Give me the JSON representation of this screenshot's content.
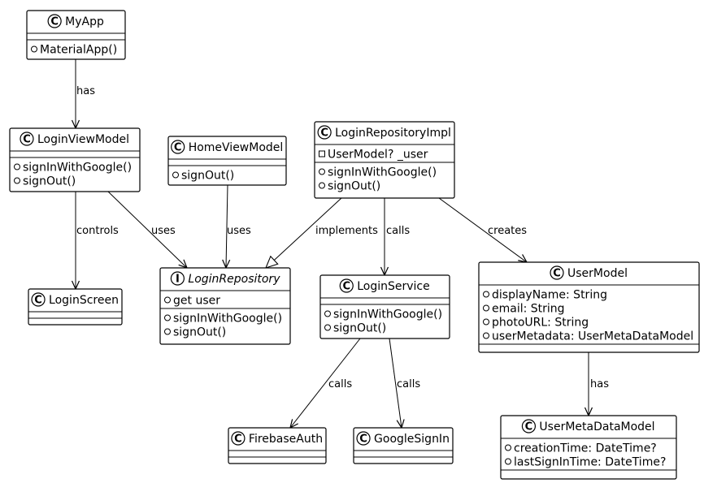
{
  "classes": [
    {
      "id": "myapp",
      "name": "MyApp",
      "stereotype": "C",
      "abstract": false,
      "fields": [],
      "methods": [
        {
          "vis": "public",
          "text": "MaterialApp()"
        }
      ]
    },
    {
      "id": "loginviewmodel",
      "name": "LoginViewModel",
      "stereotype": "C",
      "abstract": false,
      "fields": [],
      "methods": [
        {
          "vis": "public",
          "text": "signInWithGoogle()"
        },
        {
          "vis": "public",
          "text": "signOut()"
        }
      ]
    },
    {
      "id": "homeviewmodel",
      "name": "HomeViewModel",
      "stereotype": "C",
      "abstract": false,
      "fields": [],
      "methods": [
        {
          "vis": "public",
          "text": "signOut()"
        }
      ]
    },
    {
      "id": "loginrepositoryimpl",
      "name": "LoginRepositoryImpl",
      "stereotype": "C",
      "abstract": false,
      "fields": [
        {
          "vis": "private",
          "text": "UserModel? _user"
        }
      ],
      "methods": [
        {
          "vis": "public",
          "text": "signInWithGoogle()"
        },
        {
          "vis": "public",
          "text": "signOut()"
        }
      ]
    },
    {
      "id": "loginscreen",
      "name": "LoginScreen",
      "stereotype": "C",
      "abstract": false,
      "fields": [],
      "methods": []
    },
    {
      "id": "loginrepository",
      "name": "LoginRepository",
      "stereotype": "I",
      "abstract": true,
      "fields": [
        {
          "vis": "public",
          "text": "get user"
        }
      ],
      "methods": [
        {
          "vis": "public",
          "text": "signInWithGoogle()"
        },
        {
          "vis": "public",
          "text": "signOut()"
        }
      ]
    },
    {
      "id": "loginservice",
      "name": "LoginService",
      "stereotype": "C",
      "abstract": false,
      "fields": [],
      "methods": [
        {
          "vis": "public",
          "text": "signInWithGoogle()"
        },
        {
          "vis": "public",
          "text": "signOut()"
        }
      ]
    },
    {
      "id": "usermodel",
      "name": "UserModel",
      "stereotype": "C",
      "abstract": false,
      "fields": [
        {
          "vis": "public",
          "text": "displayName: String"
        },
        {
          "vis": "public",
          "text": "email: String"
        },
        {
          "vis": "public",
          "text": "photoURL: String"
        },
        {
          "vis": "public",
          "text": "userMetadata: UserMetaDataModel"
        }
      ],
      "methods": []
    },
    {
      "id": "firebaseauth",
      "name": "FirebaseAuth",
      "stereotype": "C",
      "abstract": false,
      "fields": [],
      "methods": []
    },
    {
      "id": "googlesignin",
      "name": "GoogleSignIn",
      "stereotype": "C",
      "abstract": false,
      "fields": [],
      "methods": []
    },
    {
      "id": "usermetadatamodel",
      "name": "UserMetaDataModel",
      "stereotype": "C",
      "abstract": false,
      "fields": [
        {
          "vis": "public",
          "text": "creationTime: DateTime?"
        },
        {
          "vis": "public",
          "text": "lastSignInTime: DateTime?"
        }
      ],
      "methods": []
    }
  ],
  "relations": [
    {
      "from": "myapp",
      "to": "loginviewmodel",
      "label": "has",
      "kind": "association"
    },
    {
      "from": "loginviewmodel",
      "to": "loginscreen",
      "label": "controls",
      "kind": "association"
    },
    {
      "from": "loginviewmodel",
      "to": "loginrepository",
      "label": "uses",
      "kind": "association"
    },
    {
      "from": "homeviewmodel",
      "to": "loginrepository",
      "label": "uses",
      "kind": "association"
    },
    {
      "from": "loginrepositoryimpl",
      "to": "loginrepository",
      "label": "implements",
      "kind": "realization"
    },
    {
      "from": "loginrepositoryimpl",
      "to": "loginservice",
      "label": "calls",
      "kind": "association"
    },
    {
      "from": "loginrepositoryimpl",
      "to": "usermodel",
      "label": "creates",
      "kind": "association"
    },
    {
      "from": "loginservice",
      "to": "firebaseauth",
      "label": "calls",
      "kind": "association"
    },
    {
      "from": "loginservice",
      "to": "googlesignin",
      "label": "calls",
      "kind": "association"
    },
    {
      "from": "usermodel",
      "to": "usermetadatamodel",
      "label": "has",
      "kind": "association"
    }
  ]
}
